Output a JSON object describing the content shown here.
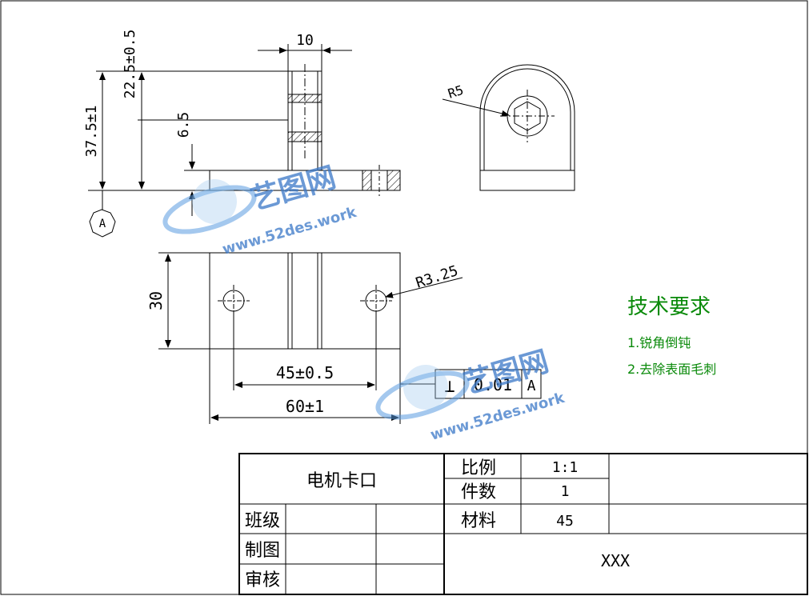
{
  "dims": {
    "d_10": "10",
    "d_22_5": "22.5±0.5",
    "d_37_5": "37.5±1",
    "d_6_5": "6.5",
    "d_r5": "R5",
    "d_30": "30",
    "d_r3_25": "R3.25",
    "d_45": "45±0.5",
    "d_60": "60±1"
  },
  "datum": {
    "label": "A"
  },
  "tolerance": {
    "symbol": "⊥",
    "value": "0.01",
    "datum": "A"
  },
  "tech": {
    "title": "技术要求",
    "item1": "1.锐角倒钝",
    "item2": "2.去除表面毛刺"
  },
  "watermark": {
    "brand": "艺图网",
    "url": "www.52des.work"
  },
  "titleblock": {
    "part_name": "电机卡口",
    "scale_label": "比例",
    "scale_value": "1:1",
    "qty_label": "件数",
    "qty_value": "1",
    "material_label": "材料",
    "material_value": "45",
    "class_label": "班级",
    "drawn_label": "制图",
    "check_label": "审核",
    "company": "XXX"
  }
}
